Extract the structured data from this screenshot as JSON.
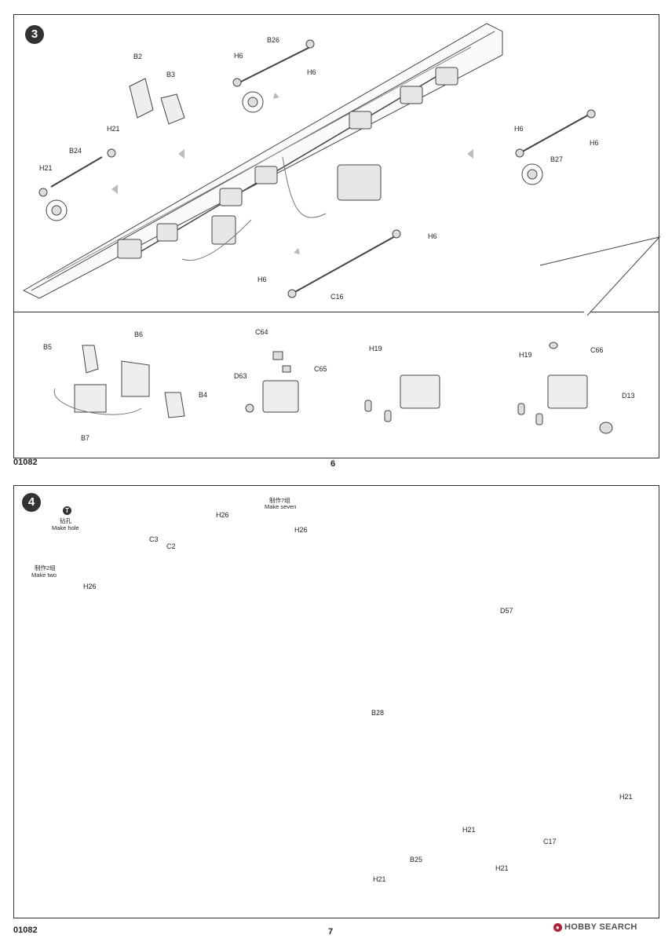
{
  "page6": {
    "step": "3",
    "code": "01082",
    "page_no": "6",
    "labels": {
      "b2": "B2",
      "b3": "B3",
      "h21a": "H21",
      "b24": "B24",
      "h21b": "H21",
      "h6a": "H6",
      "b26": "B26",
      "h6b": "H6",
      "h6c": "H6",
      "b27": "B27",
      "h6d": "H6",
      "h6e": "H6",
      "h6f": "H6",
      "c16": "C16",
      "b5": "B5",
      "b6": "B6",
      "b4": "B4",
      "b7": "B7",
      "c64": "C64",
      "c65": "C65",
      "d63": "D63",
      "h19a": "H19",
      "h19b": "H19",
      "c66": "C66",
      "d13": "D13"
    }
  },
  "page7": {
    "step": "4",
    "code": "01082",
    "page_no": "7",
    "labels": {
      "drill_cn": "钻孔",
      "drill_en": "Make hole",
      "two_cn": "制作2组",
      "two_en": "Make two",
      "h26a": "H26",
      "c3": "C3",
      "c2": "C2",
      "seven_cn": "制作7组",
      "seven_en": "Make seven",
      "h26b": "H26",
      "h26c": "H26",
      "d57": "D57",
      "b28": "B28",
      "h21a": "H21",
      "h21b": "H21",
      "c17": "C17",
      "b25": "B25",
      "h21c": "H21",
      "h21d": "H21"
    }
  },
  "watermark": "HOBBY SEARCH",
  "colors": {
    "ink": "#333333",
    "step_bg": "#333333",
    "brand": "#b0233a"
  }
}
